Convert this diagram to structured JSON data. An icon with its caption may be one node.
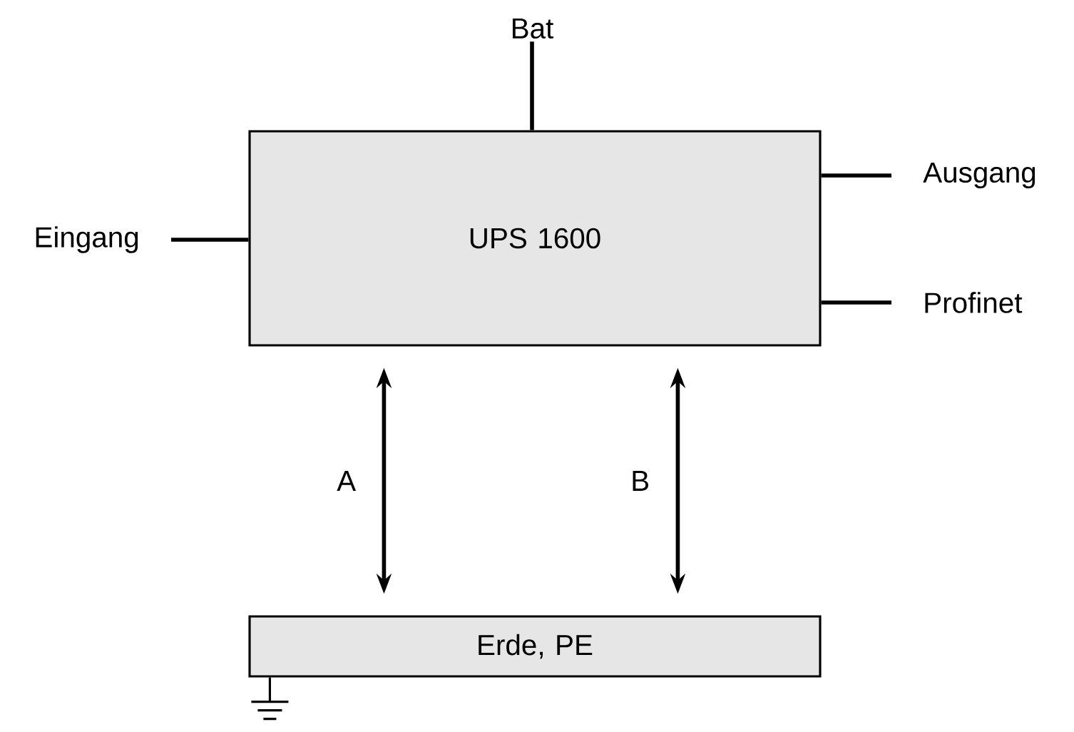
{
  "diagram": {
    "nodes": [
      {
        "text": [
          "UPS 1600"
        ]
      },
      {
        "text": [
          "Erde, PE"
        ]
      },
      {
        "text": [
          "Bat"
        ]
      },
      {
        "text": [
          "Ausgang"
        ]
      },
      {
        "text": [
          "Profinet"
        ]
      },
      {
        "text": [
          "Eingang"
        ]
      }
    ],
    "edges": [
      {
        "from": 2,
        "to": 0,
        "arrow": "none"
      },
      {
        "from": 0,
        "to": 3,
        "arrow": "none"
      },
      {
        "from": 0,
        "to": 4,
        "arrow": "none"
      },
      {
        "from": 5,
        "to": 0,
        "arrow": "none"
      },
      {
        "from": 0,
        "to": 1,
        "arrow": "both",
        "label": "A"
      },
      {
        "from": 0,
        "to": 1,
        "arrow": "both",
        "label": "B"
      }
    ]
  }
}
